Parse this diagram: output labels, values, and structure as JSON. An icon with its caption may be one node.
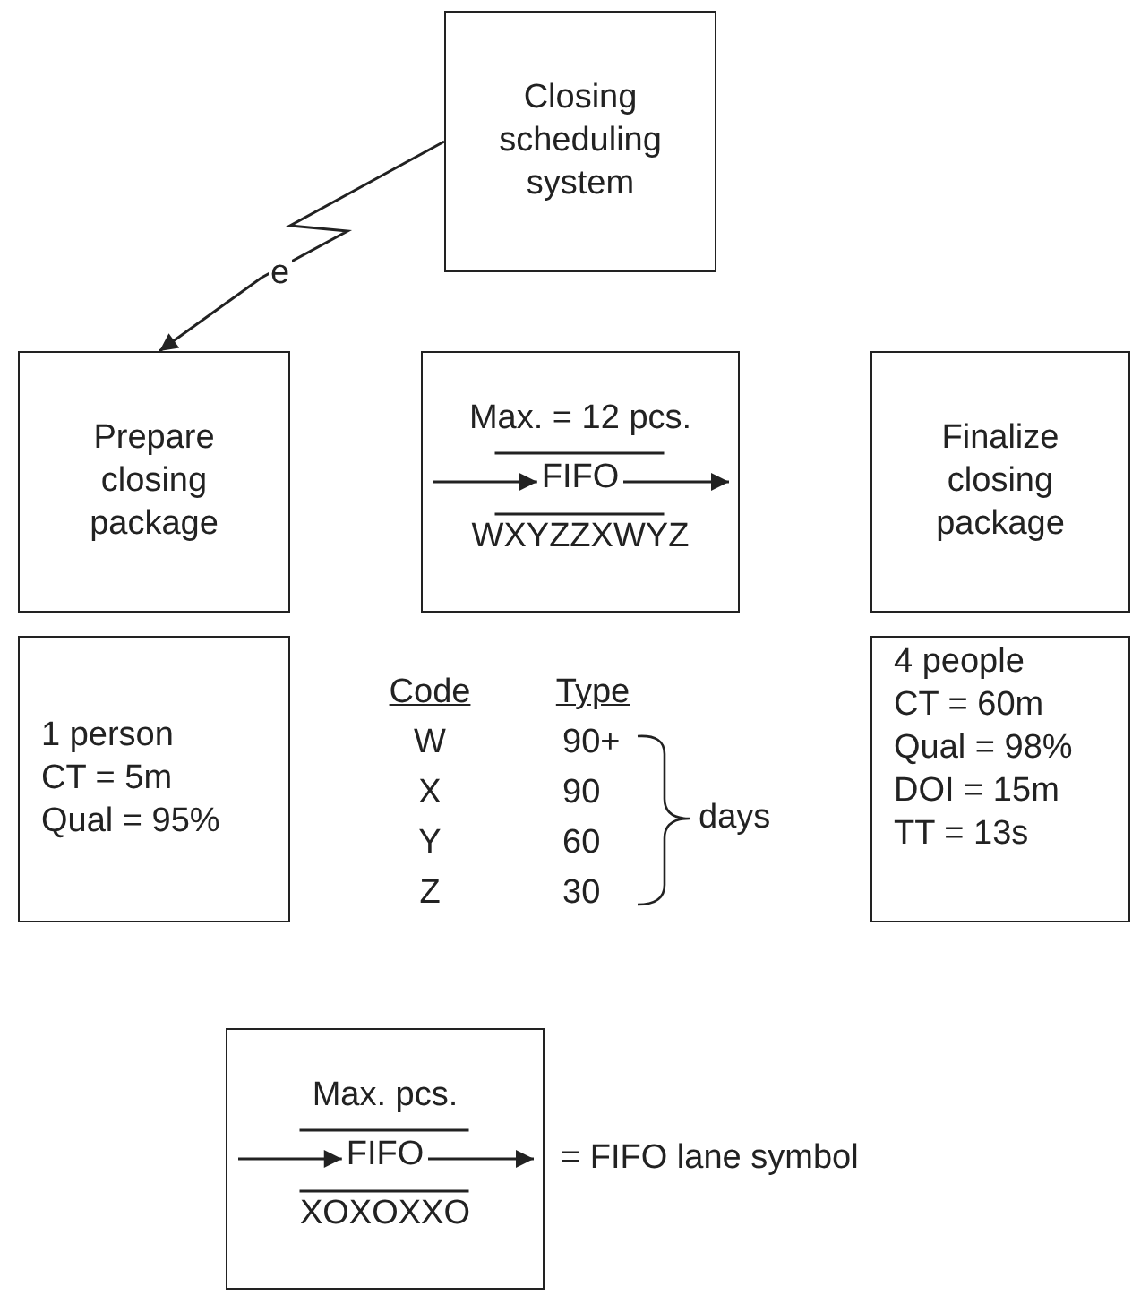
{
  "diagram": {
    "nodes": [
      {
        "text": [
          "Closing scheduling system"
        ]
      },
      {
        "text": [
          "Prepare closing package"
        ]
      },
      {
        "text": [
          "Max. = 12 pcs.",
          "FIFO",
          "WXYZZXWYZ"
        ]
      },
      {
        "text": [
          "Finalize closing package"
        ]
      },
      {
        "text": [
          "1 person",
          "CT = 5m",
          "Qual = 95%"
        ]
      },
      {
        "text": [
          "4 people",
          "CT = 60m",
          "Qual = 98%",
          "DOI = 15m",
          "TT = 13s"
        ]
      },
      {
        "text": [
          "Max. pcs.",
          "FIFO",
          "XOXOXXO"
        ],
        "beside": [
          "= FIFO lane symbol"
        ]
      }
    ],
    "edges": [
      {
        "from": 0,
        "to": 1,
        "arrow": "to",
        "label": "e"
      }
    ],
    "labels": [
      "Code",
      "Type",
      "W",
      "90+",
      "X",
      "90",
      "Y",
      "60",
      "Z",
      "30",
      "days"
    ]
  }
}
